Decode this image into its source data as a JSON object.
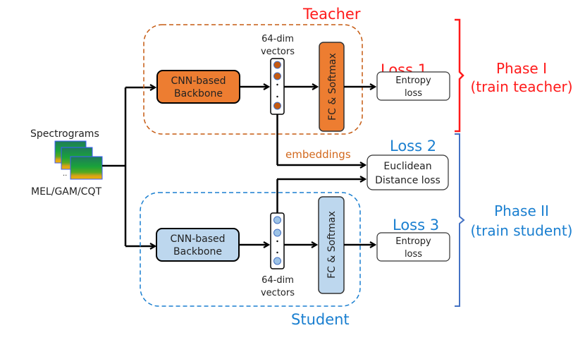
{
  "input": {
    "title": "Spectrograms",
    "subtitle": "MEL/GAM/CQT"
  },
  "teacher": {
    "label": "Teacher",
    "backbone_line1": "CNN-based",
    "backbone_line2": "Backbone",
    "vector_line1": "64-dim",
    "vector_line2": "vectors",
    "fc_label": "FC & Softmax",
    "color": "#ed7d31"
  },
  "student": {
    "label": "Student",
    "backbone_line1": "CNN-based",
    "backbone_line2": "Backbone",
    "vector_line1": "64-dim",
    "vector_line2": "vectors",
    "fc_label": "FC & Softmax",
    "color": "#bdd7ee"
  },
  "embeddings_label": "embeddings",
  "losses": {
    "loss1": {
      "title": "Loss 1",
      "line1": "Entropy",
      "line2": "loss"
    },
    "loss2": {
      "title": "Loss 2",
      "line1": "Euclidean",
      "line2": "Distance loss"
    },
    "loss3": {
      "title": "Loss 3",
      "line1": "Entropy",
      "line2": "loss"
    }
  },
  "phases": {
    "phase1": {
      "line1": "Phase I",
      "line2": "(train teacher)",
      "color": "#ff1a1a"
    },
    "phase2": {
      "line1": "Phase II",
      "line2": "(train student)",
      "color": "#4472c4"
    }
  }
}
